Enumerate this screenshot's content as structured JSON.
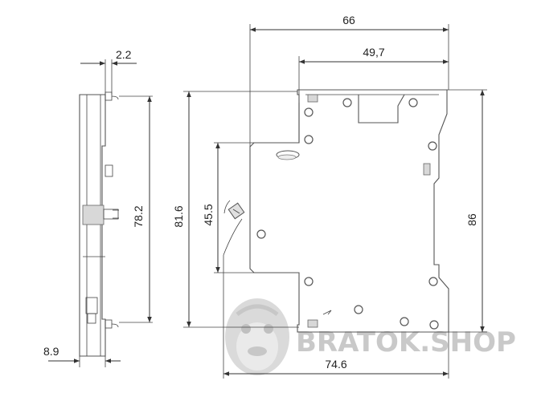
{
  "dimensions": {
    "width_total": "66",
    "width_inner": "49,7",
    "side_top_gap": "2.2",
    "side_height": "78.2",
    "side_bottom_width": "8.9",
    "front_height": "81.6",
    "front_mid_height": "45.5",
    "front_total_height": "86",
    "front_bottom_width": "74.6"
  },
  "watermark": {
    "text": "BRATOK.SHOP"
  },
  "colors": {
    "line": "#333333",
    "watermark": "#c9c9c9"
  }
}
